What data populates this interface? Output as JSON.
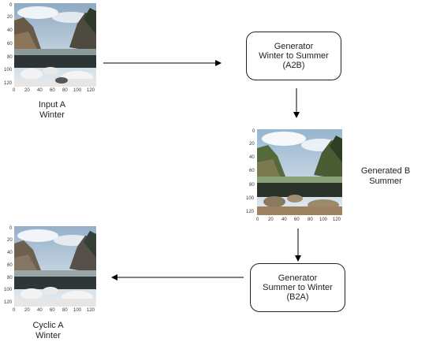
{
  "input_panel": {
    "caption_line1": "Input A",
    "caption_line2": "Winter",
    "y_ticks": [
      "0",
      "20",
      "40",
      "60",
      "80",
      "100",
      "120"
    ],
    "x_ticks": [
      "0",
      "20",
      "40",
      "60",
      "80",
      "100",
      "120"
    ]
  },
  "generator_a2b": {
    "line1": "Generator",
    "line2": "Winter to Summer",
    "line3": "(A2B)"
  },
  "generated_panel": {
    "caption_line1": "Generated B",
    "caption_line2": "Summer",
    "y_ticks": [
      "0",
      "20",
      "40",
      "60",
      "80",
      "100",
      "120"
    ],
    "x_ticks": [
      "0",
      "20",
      "40",
      "60",
      "80",
      "100",
      "120"
    ]
  },
  "generator_b2a": {
    "line1": "Generator",
    "line2": "Summer to Winter",
    "line3": "(B2A)"
  },
  "cyclic_panel": {
    "caption_line1": "Cyclic A",
    "caption_line2": "Winter",
    "y_ticks": [
      "0",
      "20",
      "40",
      "60",
      "80",
      "100",
      "120"
    ],
    "x_ticks": [
      "0",
      "20",
      "40",
      "60",
      "80",
      "100",
      "120"
    ]
  },
  "colors": {
    "arrow": "#000000",
    "box_border": "#222222",
    "winter_sky": "#9cb6cc",
    "summer_sky": "#a9c3d8",
    "rock": "#6a5d4e",
    "snow": "#f2f2f2",
    "water": "#2f3536",
    "trees_summer": "#3f5a2e"
  }
}
